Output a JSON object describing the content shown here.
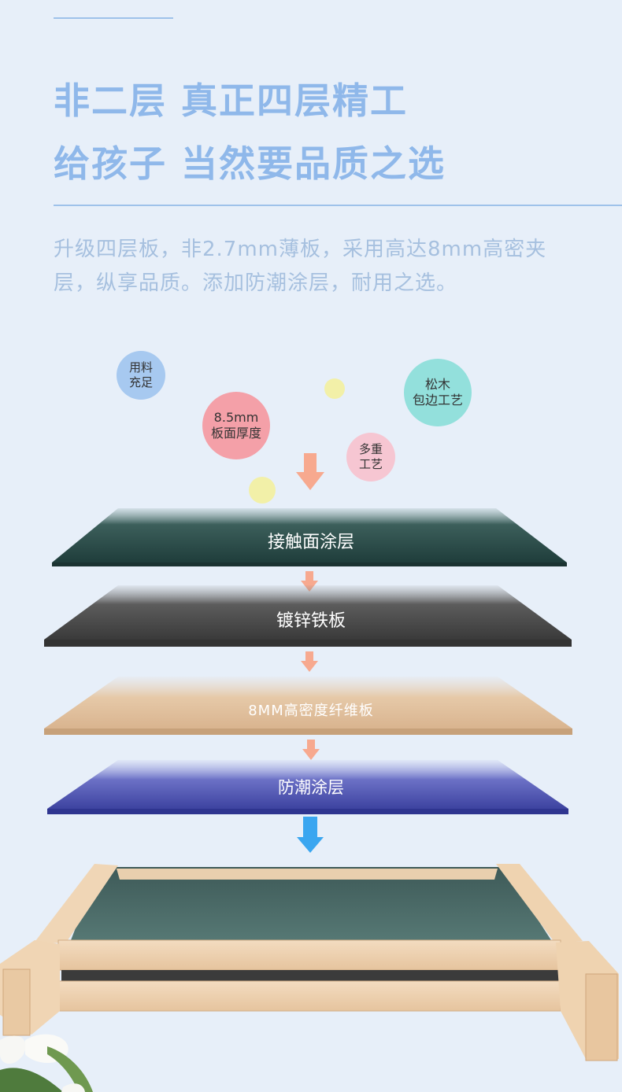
{
  "headline": {
    "line1": "非二层 真正四层精工",
    "line2": "给孩子 当然要品质之选"
  },
  "description": "升级四层板，非2.7mm薄板，采用高达8mm高密夹层，纵享品质。添加防潮涂层，耐用之选。",
  "bubbles": {
    "material": "用料\n充足",
    "thickness": "8.5mm\n板面厚度",
    "pine": "松木\n包边工艺",
    "multi": "多重\n工艺"
  },
  "layers": {
    "contact": "接触面涂层",
    "steel": "镀锌铁板",
    "mdf": "8MM高密度纤维板",
    "moisture": "防潮涂层"
  },
  "colors": {
    "heading": "#8fb8ea",
    "layer_contact": "#234341",
    "layer_steel": "#3a3a3a",
    "layer_mdf": "#d9b48f",
    "layer_moisture": "#3d43a0",
    "arrow_small": "#f7a98f",
    "arrow_big": "#3aa6f0"
  }
}
